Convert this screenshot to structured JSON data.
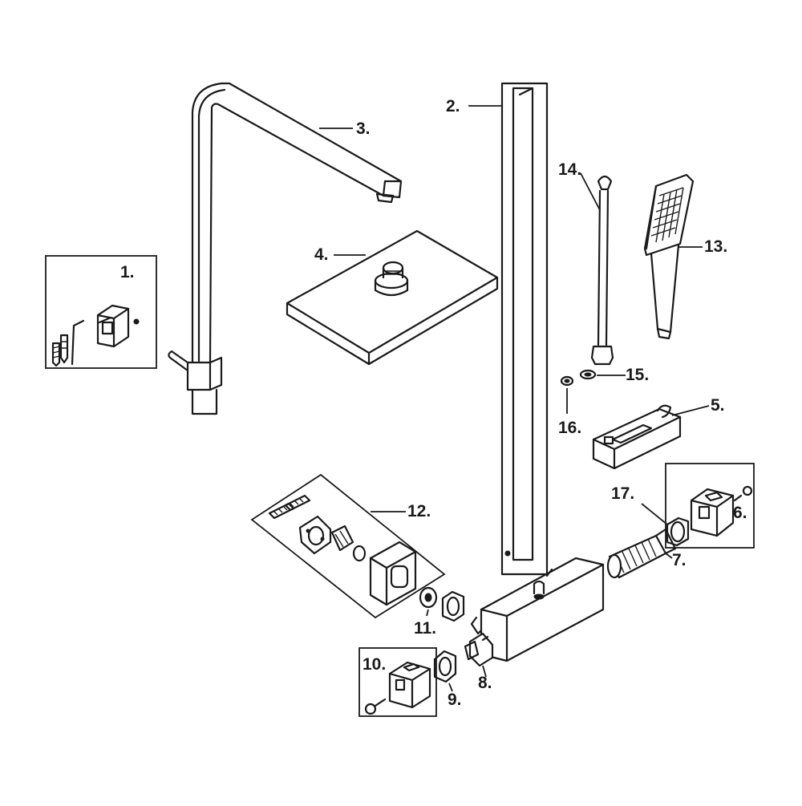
{
  "diagram": {
    "labels": {
      "p1": "1.",
      "p2": "2.",
      "p3": "3.",
      "p4": "4.",
      "p5": "5.",
      "p6": "6.",
      "p7": "7.",
      "p8": "8.",
      "p9": "9.",
      "p10": "10.",
      "p11": "11.",
      "p12": "12.",
      "p13": "13.",
      "p14": "14.",
      "p15": "15.",
      "p16": "16.",
      "p17": "17."
    },
    "colors": {
      "line": "#1a1a1a",
      "background": "#ffffff"
    }
  }
}
